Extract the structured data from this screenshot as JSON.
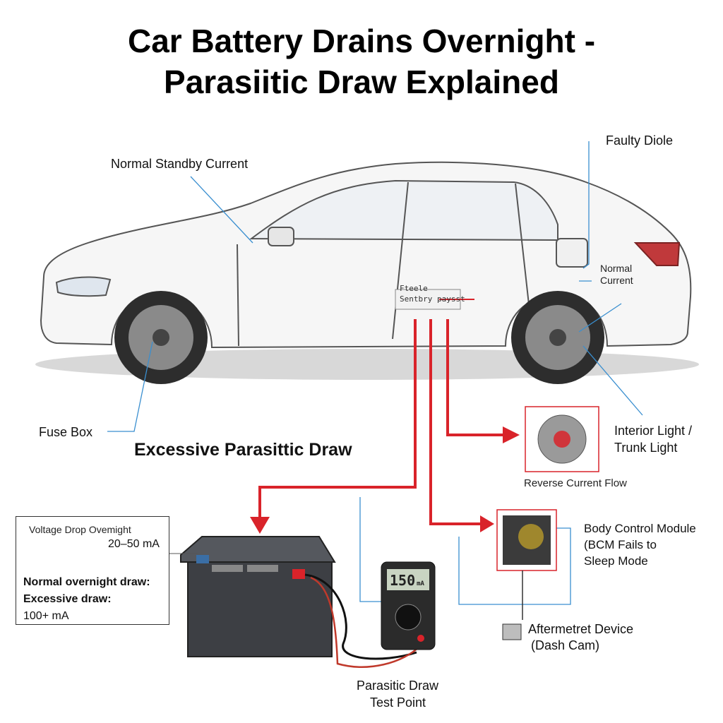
{
  "title": {
    "line1": "Car Battery Drains Overnight -",
    "line2": "Parasiitic Draw Explained"
  },
  "labels": {
    "normal_standby": "Normal Standby Current",
    "faulty_diode": "Faulty Diole",
    "normal_current_1": "Normal",
    "normal_current_2": "Current",
    "fuse_box": "Fuse Box",
    "excessive_draw": "Excessive Parasittic Draw",
    "interior_light_1": "Interior Light /",
    "interior_light_2": "Trunk Light",
    "reverse_flow": "Reverse Current Flow",
    "bcm_1": "Body Control Module",
    "bcm_2": "(BCM Fails to",
    "bcm_3": "Sleep Mode",
    "aftermarket_1": "Aftermetret Device",
    "aftermarket_2": "(Dash Cam)",
    "test_point_1": "Parasitic Draw",
    "test_point_2": "Test Point",
    "fuse_panel_1": "Fteele",
    "fuse_panel_2": "Sentbry paysst"
  },
  "legend": {
    "caption": "Voltage Drop Ovemight",
    "normal_value": "20–50 mA",
    "normal_label": "Normal overnight draw:",
    "excessive_label": "Excessive draw:",
    "excessive_value": "100+ mA"
  },
  "multimeter": {
    "display": "150",
    "unit": "mA"
  },
  "colors": {
    "accent_red": "#d9232a",
    "leader_blue": "#3a8fd0",
    "body_outline": "#555555"
  }
}
